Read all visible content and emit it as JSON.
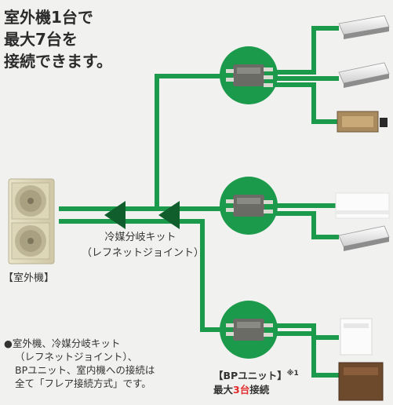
{
  "heading": {
    "line1": "室外機1台で",
    "line2": "最大7台を",
    "line3": "接続できます。"
  },
  "outdoor_unit": {
    "label": "【室外機】"
  },
  "branch_kit": {
    "line1": "冷媒分岐キット",
    "line2": "（レフネットジョイント）"
  },
  "bp_unit": {
    "label": "【BPユニット】",
    "footnote_mark": "※1",
    "max_prefix": "最大",
    "max_count": "3台",
    "max_suffix": "接続"
  },
  "note": {
    "bullet": "●",
    "line1": "室外機、冷媒分岐キット",
    "line2": "（レフネットジョイント）、",
    "line3": "BPユニット、室内機への接続は",
    "line4": "全て「フレア接続方式」です。"
  },
  "colors": {
    "pipe": "#1a9a4a",
    "arrow": "#0f5e2c",
    "accent_red": "#e32b2b",
    "background": "#f1f1ef"
  },
  "icons": [
    "outdoor-unit-icon",
    "bp-unit-icon",
    "indoor-unit-icon",
    "branch-arrow-icon"
  ]
}
